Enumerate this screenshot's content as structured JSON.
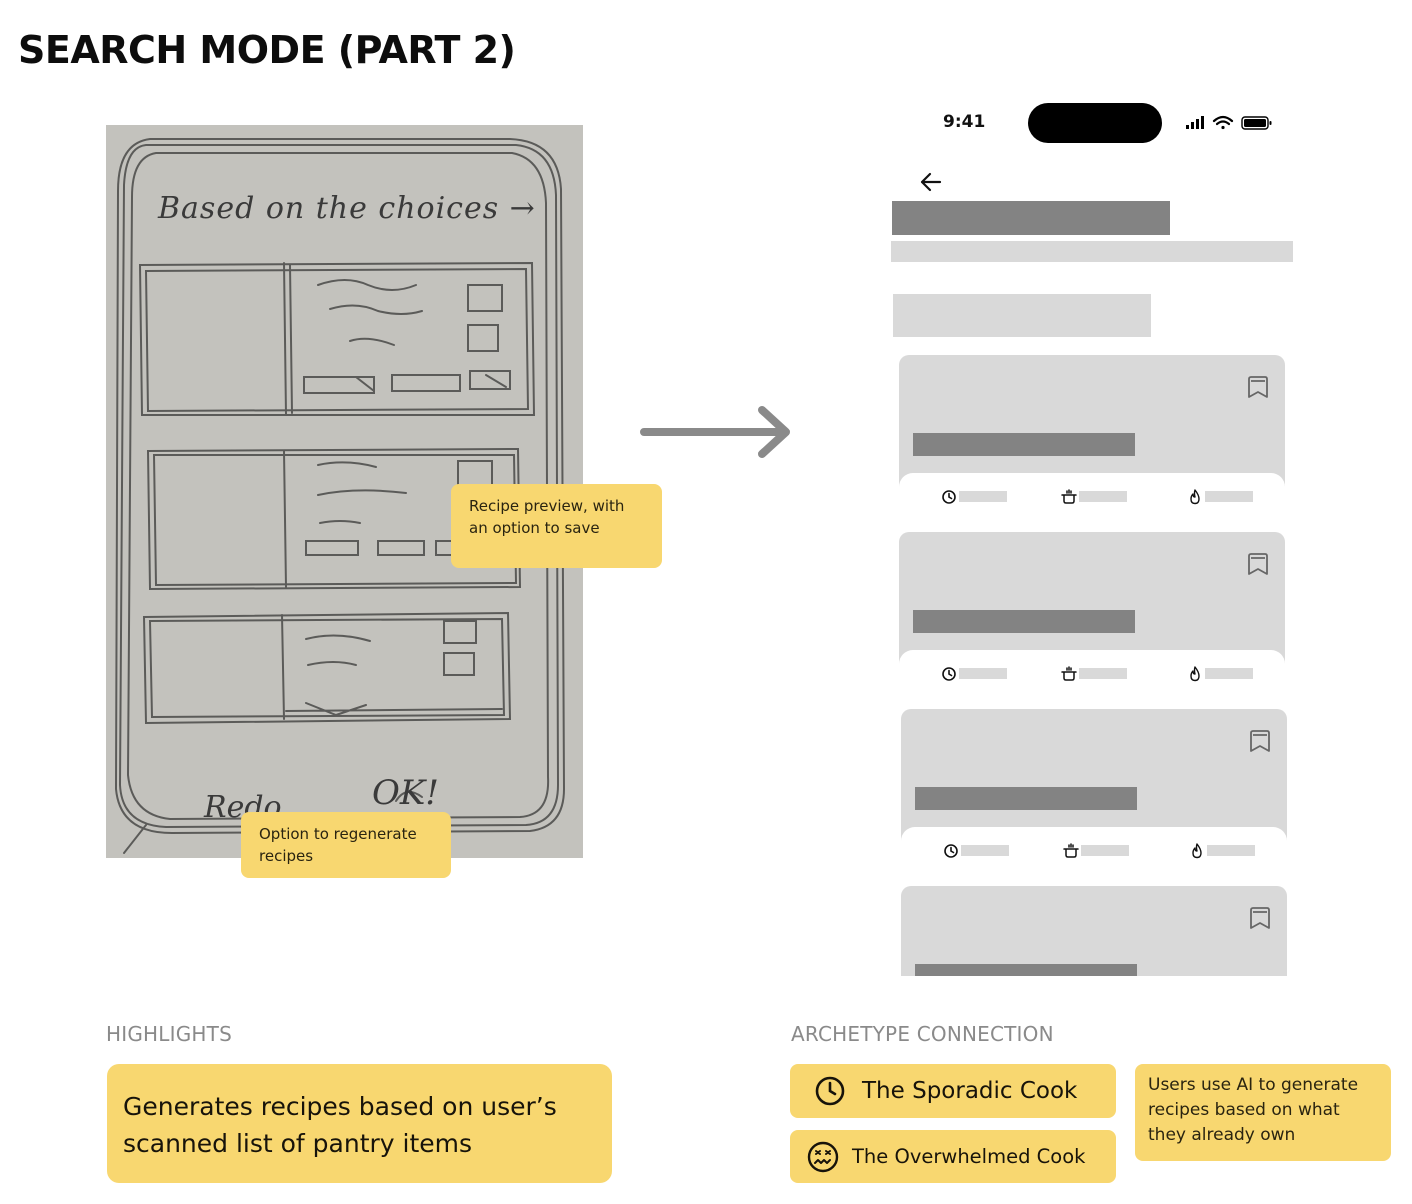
{
  "page": {
    "title": "SEARCH MODE (PART 2)"
  },
  "sketch": {
    "heading": "Based on the choices →",
    "redo_label": "Redo",
    "ok_label": "OK!"
  },
  "annotations": {
    "recipe_preview": "Recipe preview, with an option to save",
    "regenerate": "Option to regenerate recipes"
  },
  "phone": {
    "status_time": "9:41",
    "icons": [
      "back-arrow-icon",
      "bookmark-icon",
      "clock-icon",
      "pot-icon",
      "flame-icon",
      "signal-icon",
      "wifi-icon",
      "battery-icon"
    ]
  },
  "highlights": {
    "label": "HIGHLIGHTS",
    "text": "Generates recipes based on user’s scanned list of pantry items"
  },
  "archetypes": {
    "label": "ARCHETYPE CONNECTION",
    "items": [
      {
        "name": "The Sporadic Cook",
        "icon": "clock-icon"
      },
      {
        "name": "The Overwhelmed Cook",
        "icon": "overwhelmed-face-icon"
      }
    ],
    "note": "Users use AI to generate recipes based on what they already own"
  },
  "colors": {
    "accent_yellow": "#f8d770",
    "placeholder_light": "#d9d9d9",
    "placeholder_dark": "#838383",
    "arrow_gray": "#8a8a8a"
  }
}
